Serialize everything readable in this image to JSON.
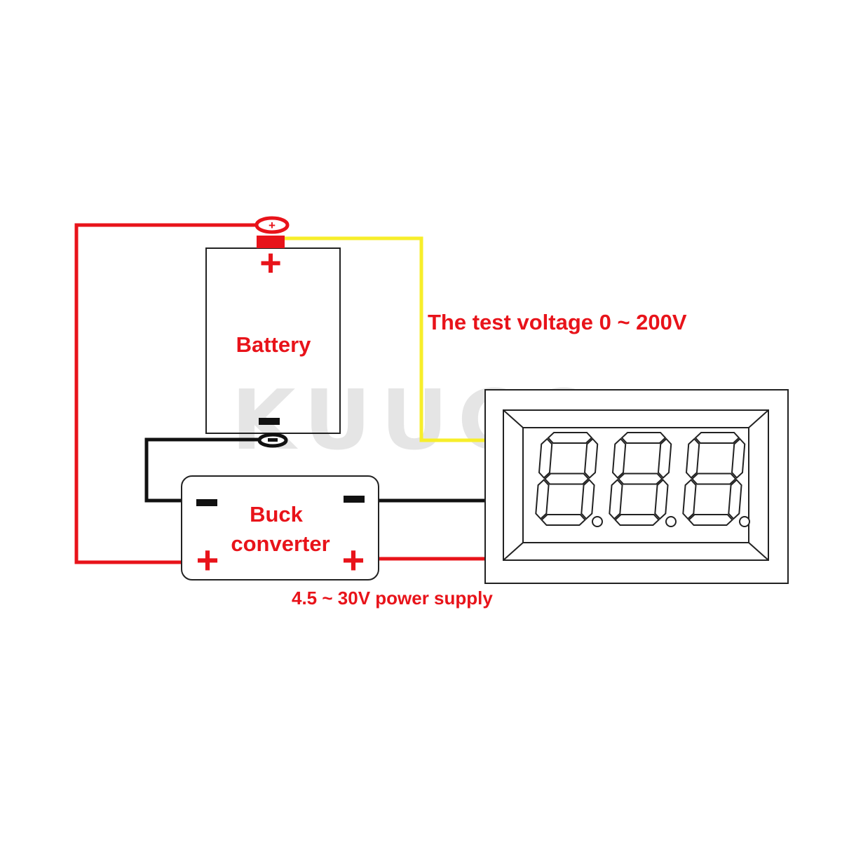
{
  "labels": {
    "battery": "Battery",
    "buck_line1": "Buck",
    "buck_line2": "converter",
    "test_voltage": "The test voltage 0 ~ 200V",
    "power_supply": "4.5 ~ 30V power supply"
  },
  "symbols": {
    "plus": "+",
    "minus": "-"
  },
  "watermark": "KUUCO",
  "display_value": "8.8.8.",
  "colors": {
    "red_wire": "#e8131a",
    "yellow_wire": "#f7ee2a",
    "black_wire": "#111111",
    "label": "#e8131a",
    "outline": "#222222"
  }
}
